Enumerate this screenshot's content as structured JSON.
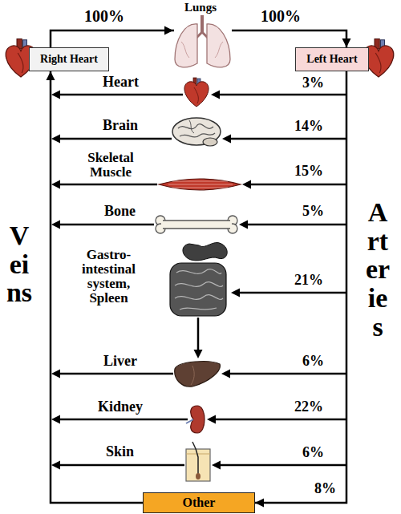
{
  "diagram": {
    "nodes": [
      {
        "text": [
          "Right Heart"
        ]
      },
      {
        "text": [
          "Left Heart"
        ]
      },
      {
        "text": [
          "Other"
        ]
      }
    ],
    "edges": [
      {
        "from": 0,
        "to": 1,
        "arrow": "to"
      },
      {
        "from": 1,
        "to": 2,
        "arrow": "to"
      },
      {
        "from": 2,
        "to": 0,
        "arrow": "to"
      }
    ],
    "labels": [
      "Lungs",
      "100%",
      "100%",
      "Heart",
      "3%",
      "Brain",
      "14%",
      "Skeletal Muscle",
      "15%",
      "Bone",
      "5%",
      "Gastro- intestinal system, Spleen",
      "21%",
      "Liver",
      "6%",
      "Kidney",
      "22%",
      "Skin",
      "6%",
      "8%",
      "Veins",
      "Arteries"
    ]
  }
}
